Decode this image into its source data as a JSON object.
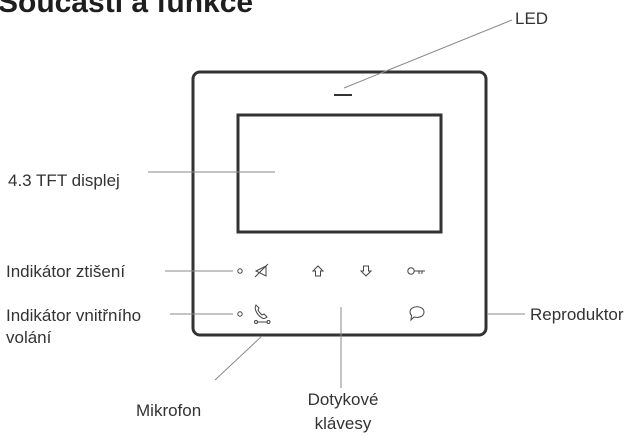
{
  "title": "Součásti a funkce",
  "labels": {
    "led": "LED",
    "display": "4.3 TFT displej",
    "mute_indicator": "Indikátor ztišení",
    "intercom_line1": "Indikátor vnitřního",
    "intercom_line2": "volání",
    "speaker": "Reproduktor",
    "microphone": "Mikrofon",
    "keys_line1": "Dotykové",
    "keys_line2": "klávesy"
  },
  "icons": [
    "mute-icon",
    "arrow-up-icon",
    "arrow-down-icon",
    "key-icon",
    "phone-intercom-icon",
    "monitor-icon"
  ],
  "colors": {
    "device_outline": "#333333",
    "leader_line": "#8a8a8a",
    "text": "#333333"
  }
}
